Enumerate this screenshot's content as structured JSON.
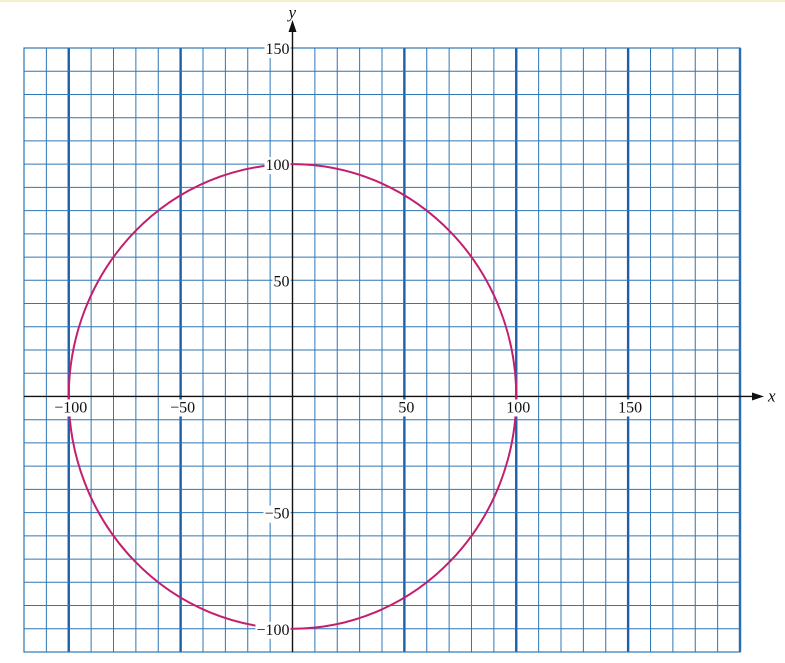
{
  "chart_data": {
    "type": "line",
    "title": "",
    "xlabel": "x",
    "ylabel": "y",
    "xlim": [
      -120,
      200
    ],
    "ylim": [
      -110,
      150
    ],
    "grid": true,
    "grid_minor_step": 10,
    "grid_major_step": 50,
    "x_ticks": [
      {
        "value": -100,
        "label": "−100"
      },
      {
        "value": -50,
        "label": "−50"
      },
      {
        "value": 50,
        "label": "50"
      },
      {
        "value": 100,
        "label": "100"
      },
      {
        "value": 150,
        "label": "150"
      }
    ],
    "y_ticks": [
      {
        "value": 150,
        "label": "150"
      },
      {
        "value": 100,
        "label": "100"
      },
      {
        "value": 50,
        "label": "50"
      },
      {
        "value": -50,
        "label": "−50"
      },
      {
        "value": -100,
        "label": "−100"
      }
    ],
    "series": [
      {
        "shape": "circle",
        "center": [
          0,
          0
        ],
        "radius": 100
      }
    ],
    "colors": {
      "grid": "#2f77b5",
      "grid_major": "#1f5fa6",
      "curve": "#c41f6e",
      "axis": "#111111"
    }
  }
}
